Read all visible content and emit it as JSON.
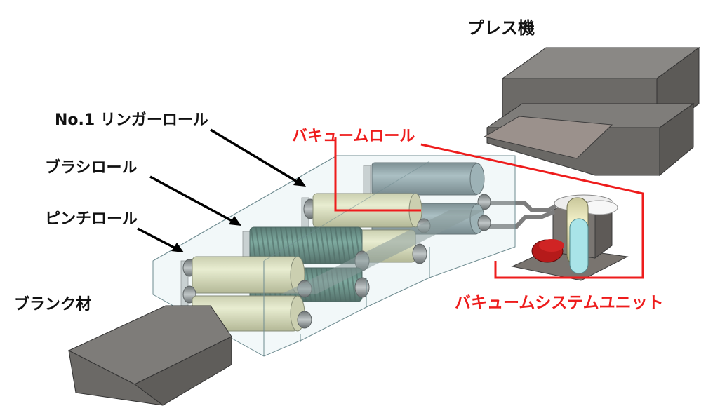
{
  "labels": {
    "press": "プレス機",
    "no1_wringer_roll": "No.1 リンガーロール",
    "brush_roll": "ブラシロール",
    "pinch_roll": "ピンチロール",
    "blank_material": "ブランク材",
    "vacuum_roll": "バキュームロール",
    "vacuum_system_unit": "バキュームシステムユニット"
  },
  "colors": {
    "label_black": "#111111",
    "label_red": "#ee1c1c",
    "block_top": "#7d7b78",
    "block_side": "#5f5d5a",
    "block_front": "#6b6966",
    "roll_cream": "#e6e4b4",
    "roll_green": "#3f6e60",
    "roll_slate": "#7b8f93",
    "enclosure_glass": "#cfe6ea",
    "pump_red": "#b01818",
    "tank_cream": "#ebe7bf",
    "tank_cyan": "#a6e2e6"
  }
}
